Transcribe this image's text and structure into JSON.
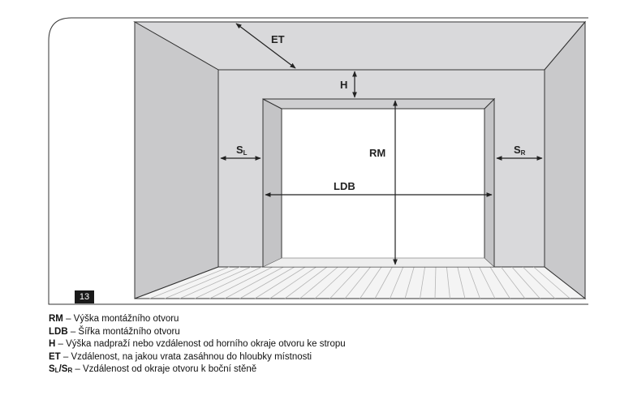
{
  "figure_number": "13",
  "colors": {
    "wall": "#d9d9db",
    "side_wall": "#c9c9cb",
    "floor": "#f4f4f4",
    "outline": "#333333",
    "opening": "#ffffff",
    "figure_badge": "#1a1a1a"
  },
  "dimension_labels": {
    "et": "ET",
    "h": "H",
    "rm": "RM",
    "ldb": "LDB",
    "sl": {
      "main": "S",
      "sub": "L"
    },
    "sr": {
      "main": "S",
      "sub": "R"
    }
  },
  "legend": [
    {
      "key": "RM",
      "key_sub": "",
      "text": " – Výška montážního otvoru"
    },
    {
      "key": "LDB",
      "key_sub": "",
      "text": " – Šířka montážního otvoru"
    },
    {
      "key": "H",
      "key_sub": "",
      "text": " – Výška nadpraží nebo vzdálenost od horního okraje otvoru ke stropu"
    },
    {
      "key": "ET",
      "key_sub": "",
      "text": " – Vzdálenost, na jakou vrata zasáhnou do hloubky místnosti"
    },
    {
      "key": "S",
      "key_sub": "L",
      "key2": "/S",
      "key2_sub": "R",
      "text": " – Vzdálenost od okraje otvoru k boční stěně"
    }
  ]
}
